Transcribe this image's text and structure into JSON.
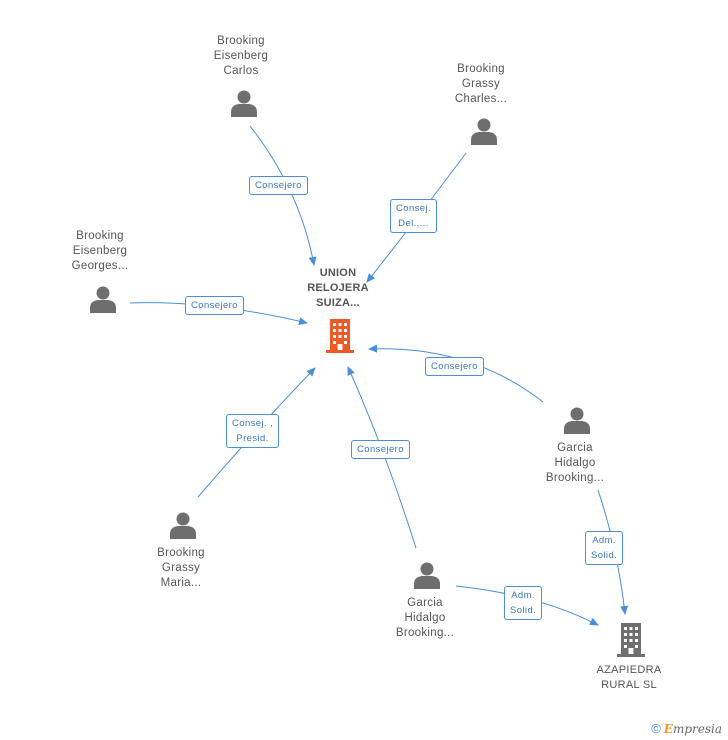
{
  "colors": {
    "edge": "#4a8fd8",
    "person": "#6e6e6e",
    "company_main": "#ef5a24",
    "company_secondary": "#6e6e6e"
  },
  "nodes": {
    "brooking_carlos": {
      "lines": [
        "Brooking",
        "Eisenberg",
        "Carlos"
      ],
      "icon": "person-icon"
    },
    "brooking_charles": {
      "lines": [
        "Brooking",
        "Grassy",
        "Charles..."
      ],
      "icon": "person-icon"
    },
    "brooking_georges": {
      "lines": [
        "Brooking",
        "Eisenberg",
        "Georges..."
      ],
      "icon": "person-icon"
    },
    "union": {
      "lines": [
        "UNION",
        "RELOJERA",
        "SUIZA..."
      ],
      "icon": "building-icon"
    },
    "garcia_right": {
      "lines": [
        "Garcia",
        "Hidalgo",
        "Brooking..."
      ],
      "icon": "person-icon"
    },
    "brooking_maria": {
      "lines": [
        "Brooking",
        "Grassy",
        "Maria..."
      ],
      "icon": "person-icon"
    },
    "garcia_bottom": {
      "lines": [
        "Garcia",
        "Hidalgo",
        "Brooking..."
      ],
      "icon": "person-icon"
    },
    "azapiedra": {
      "lines": [
        "AZAPIEDRA",
        "RURAL SL"
      ],
      "icon": "building-icon"
    }
  },
  "edges": [
    {
      "id": "e1",
      "lines": [
        "Consejero"
      ]
    },
    {
      "id": "e2",
      "lines": [
        "Consej.",
        "Del.,..."
      ]
    },
    {
      "id": "e3",
      "lines": [
        "Consejero"
      ]
    },
    {
      "id": "e4",
      "lines": [
        "Consejero"
      ]
    },
    {
      "id": "e5",
      "lines": [
        "Consej. ,",
        "Presid."
      ]
    },
    {
      "id": "e6",
      "lines": [
        "Consejero"
      ]
    },
    {
      "id": "e7",
      "lines": [
        "Adm.",
        "Solid."
      ]
    },
    {
      "id": "e8",
      "lines": [
        "Adm.",
        "Solid."
      ]
    }
  ],
  "footer": {
    "copyright": "©",
    "brand_initial": "E",
    "brand_rest": "mpresia"
  }
}
